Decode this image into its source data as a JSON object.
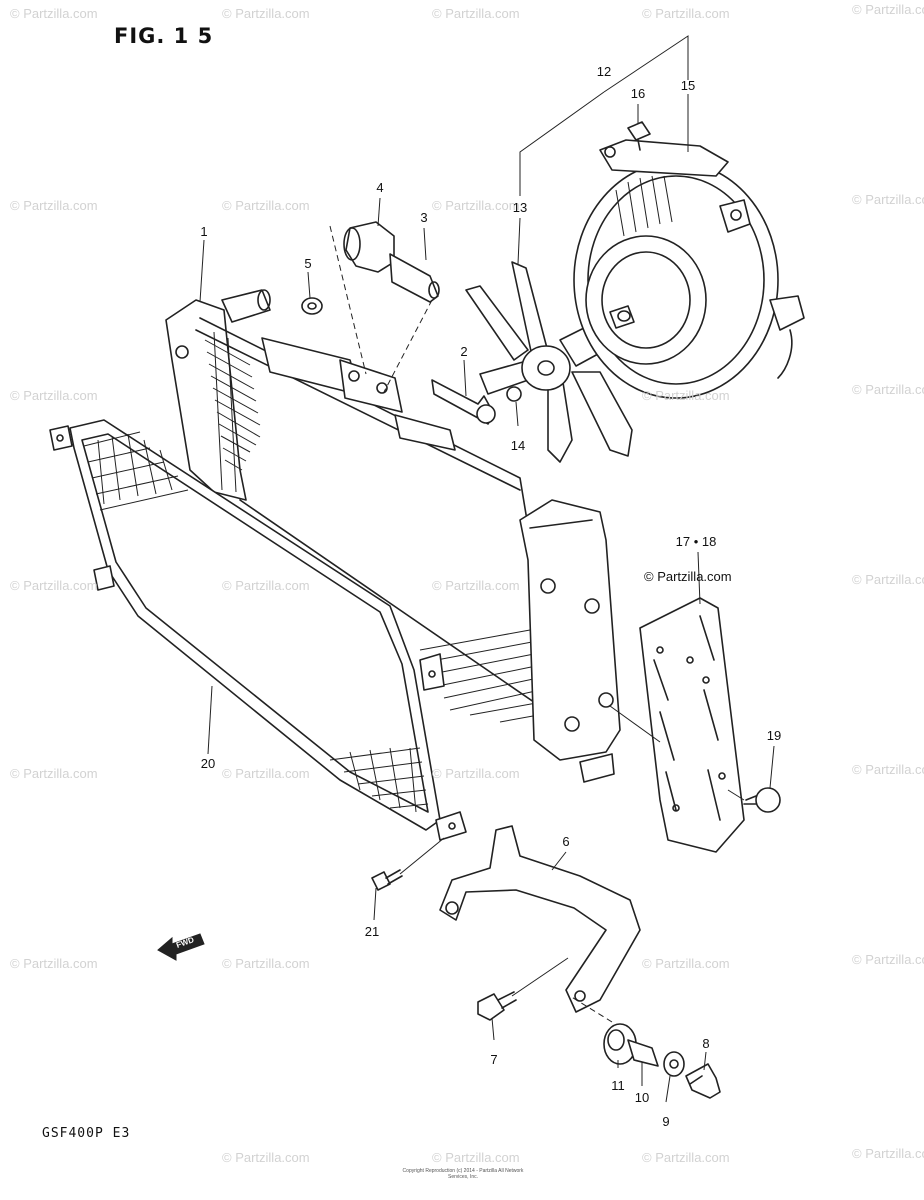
{
  "figure_title": "FIG. 1 5",
  "model_code": "GSF400P E3",
  "copyright": "© Partzilla.com",
  "watermark": "© Partzilla.com",
  "fine_print": "Copyright Reproduction (c) 2014 - Partzilla All Network Services, Inc.",
  "fwd_label": "FWD",
  "callouts": {
    "c1": "1",
    "c2": "2",
    "c3": "3",
    "c4": "4",
    "c5": "5",
    "c6": "6",
    "c7": "7",
    "c8": "8",
    "c9": "9",
    "c10": "10",
    "c11": "11",
    "c12": "12",
    "c13": "13",
    "c14": "14",
    "c15": "15",
    "c16": "16",
    "c17_18": "17 • 18",
    "c19": "19",
    "c20": "20",
    "c21": "21"
  }
}
